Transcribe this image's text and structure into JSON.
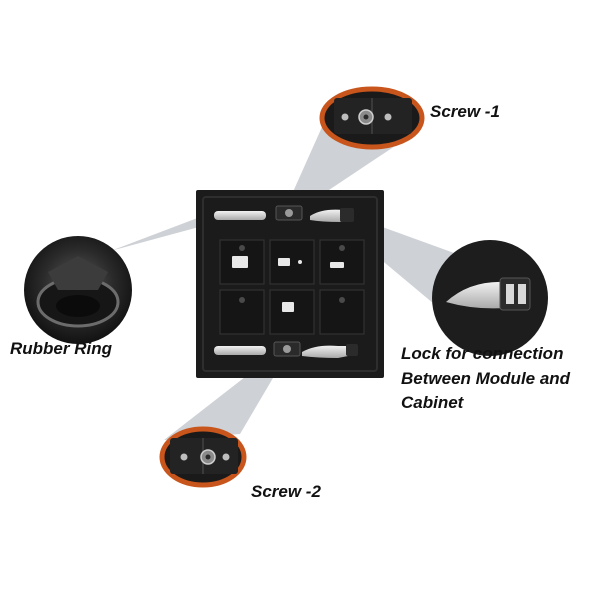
{
  "labels": {
    "screw1": "Screw -1",
    "rubber_ring": "Rubber Ring",
    "lock_line1": "Lock for connection",
    "lock_line2": "Between Module and",
    "lock_line3": "Cabinet",
    "screw2": "Screw -2"
  },
  "colors": {
    "callout_ring": "#c8551c",
    "module_body": "#1b1b1b",
    "callout_beam": "#c9ccd0",
    "label_text": "#111111"
  }
}
